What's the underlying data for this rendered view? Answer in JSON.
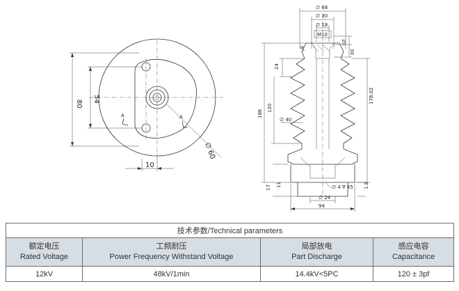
{
  "drawing": {
    "top_view": {
      "dim_height": "80",
      "dim_hole_spacing": "54",
      "dim_offset": "10",
      "dim_diameter": "∅ 60",
      "section_mark": "A"
    },
    "side_view": {
      "dim_top_outer": "∅ 68",
      "dim_top_mid": "∅ 30",
      "dim_top_inner": "∅ 18",
      "dim_thread": "M10",
      "dim_depth": "20",
      "dim_chamfer": "30",
      "dim_shed_top": "24",
      "dim_shed_pitch": "120",
      "dim_total_height": "186",
      "dim_creepage": "178.02",
      "dim_shed_dia": "∅ 40",
      "dim_base_hole": "∅ 24",
      "dim_counterbore": "∅ 4 ∇ 45",
      "dim_base_height": "17",
      "dim_base_step": "11",
      "dim_base_small": "1.8",
      "dim_base_width": "94",
      "angle_mark": "8°"
    }
  },
  "table": {
    "title": "技术参数/Technical parameters",
    "columns": [
      {
        "cn": "额定电压",
        "en": "Rated Voltage",
        "value": "12kV"
      },
      {
        "cn": "工频耐压",
        "en": "Power Frequency Withstand Voltage",
        "value": "48kV/1min"
      },
      {
        "cn": "局部放电",
        "en": "Part Discharge",
        "value": "14.4kV<5PC"
      },
      {
        "cn": "感应电容",
        "en": "Capacitance",
        "value": "120 ± 3pf"
      }
    ]
  }
}
